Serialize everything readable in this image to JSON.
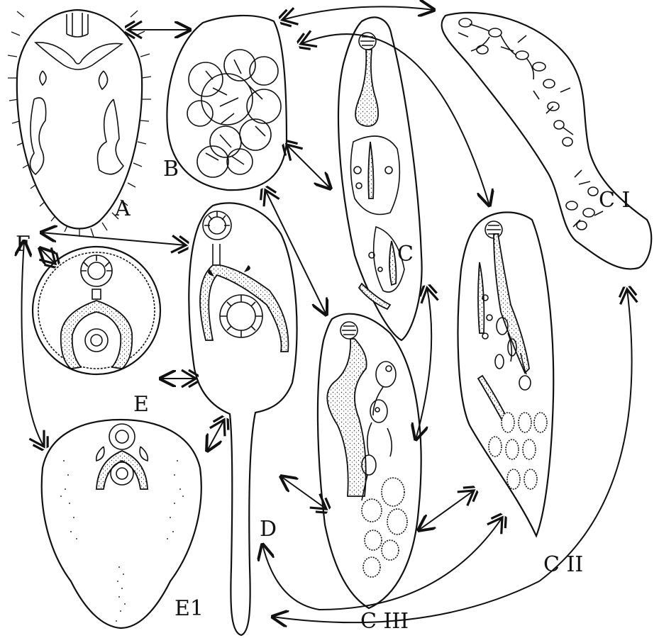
{
  "labels": {
    "A": "A",
    "B": "B",
    "C": "C",
    "CI": "C I",
    "CII": "C II",
    "CIII": "C III",
    "D": "D",
    "E": "E",
    "E1": "E1",
    "F": "F"
  }
}
